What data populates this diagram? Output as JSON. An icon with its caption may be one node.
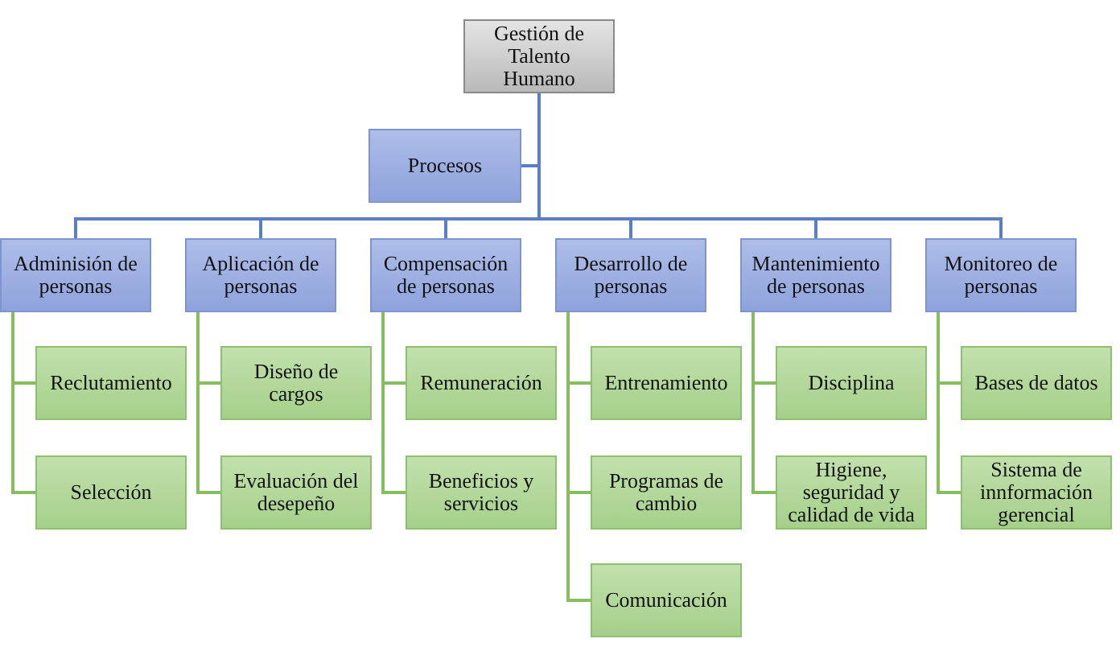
{
  "diagram": {
    "nodes": [
      {
        "text": [
          "Gestión de Talento Humano"
        ]
      },
      {
        "text": [
          "Procesos"
        ]
      },
      {
        "text": [
          "Adminisión de personas"
        ]
      },
      {
        "text": [
          "Reclutamiento"
        ]
      },
      {
        "text": [
          "Selección"
        ]
      },
      {
        "text": [
          "Aplicación de personas"
        ]
      },
      {
        "text": [
          "Diseño de cargos"
        ]
      },
      {
        "text": [
          "Evaluación del desepeño"
        ]
      },
      {
        "text": [
          "Compensación de personas"
        ]
      },
      {
        "text": [
          "Remuneración"
        ]
      },
      {
        "text": [
          "Beneficios y servicios"
        ]
      },
      {
        "text": [
          "Desarrollo de personas"
        ]
      },
      {
        "text": [
          "Entrenamiento"
        ]
      },
      {
        "text": [
          "Programas de cambio"
        ]
      },
      {
        "text": [
          "Comunicación"
        ]
      },
      {
        "text": [
          "Mantenimiento de personas"
        ]
      },
      {
        "text": [
          "Disciplina"
        ]
      },
      {
        "text": [
          "Higiene, seguridad y calidad de vida"
        ]
      },
      {
        "text": [
          "Monitoreo de personas"
        ]
      },
      {
        "text": [
          "Bases de datos"
        ]
      },
      {
        "text": [
          "Sistema de innformación gerencial"
        ]
      }
    ],
    "edges": [
      {
        "from": 0,
        "to": 1,
        "arrow": "none",
        "color": "#5a7fc4"
      },
      {
        "from": 0,
        "to": 2,
        "arrow": "none",
        "color": "#5a7fc4"
      },
      {
        "from": 0,
        "to": 5,
        "arrow": "none",
        "color": "#5a7fc4"
      },
      {
        "from": 0,
        "to": 8,
        "arrow": "none",
        "color": "#5a7fc4"
      },
      {
        "from": 0,
        "to": 11,
        "arrow": "none",
        "color": "#5a7fc4"
      },
      {
        "from": 0,
        "to": 15,
        "arrow": "none",
        "color": "#5a7fc4"
      },
      {
        "from": 0,
        "to": 18,
        "arrow": "none",
        "color": "#5a7fc4"
      },
      {
        "from": 2,
        "to": 3,
        "arrow": "none"
      },
      {
        "from": 2,
        "to": 4,
        "arrow": "none"
      },
      {
        "from": 5,
        "to": 6,
        "arrow": "none"
      },
      {
        "from": 5,
        "to": 7,
        "arrow": "none"
      },
      {
        "from": 8,
        "to": 9,
        "arrow": "none"
      },
      {
        "from": 8,
        "to": 10,
        "arrow": "none"
      },
      {
        "from": 11,
        "to": 12,
        "arrow": "none"
      },
      {
        "from": 11,
        "to": 13,
        "arrow": "none"
      },
      {
        "from": 11,
        "to": 14,
        "arrow": "none"
      },
      {
        "from": 15,
        "to": 16,
        "arrow": "none"
      },
      {
        "from": 15,
        "to": 17,
        "arrow": "none"
      },
      {
        "from": 18,
        "to": 19,
        "arrow": "none"
      },
      {
        "from": 18,
        "to": 20,
        "arrow": "none"
      }
    ]
  }
}
